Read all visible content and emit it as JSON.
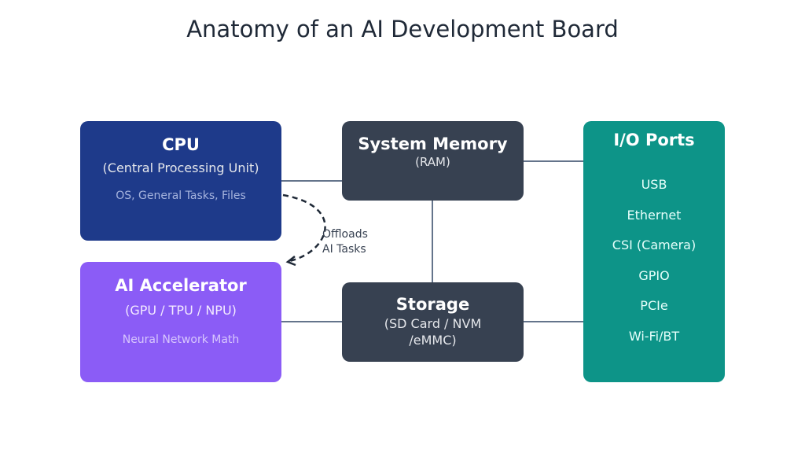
{
  "title": "Anatomy of an AI Development Board",
  "components": {
    "cpu": {
      "title": "CPU",
      "subtitle": "(Central Processing Unit)",
      "description": "OS, General Tasks, Files",
      "color": "#1e3a8a"
    },
    "accelerator": {
      "title": "AI Accelerator",
      "subtitle": "(GPU / TPU / NPU)",
      "description": "Neural Network Math",
      "color": "#8b5cf6"
    },
    "memory": {
      "title": "System Memory",
      "subtitle": "(RAM)",
      "color": "#374151"
    },
    "storage": {
      "title": "Storage",
      "subtitle": "(SD Card / NVM /eMMC)",
      "color": "#374151"
    },
    "io": {
      "title": "I/O Ports",
      "items": [
        "USB",
        "Ethernet",
        "CSI (Camera)",
        "GPIO",
        "PCIe",
        "Wi-Fi/BT"
      ],
      "color": "#0d9488"
    }
  },
  "connections": [
    {
      "from": "cpu",
      "to": "memory",
      "style": "solid"
    },
    {
      "from": "memory",
      "to": "storage",
      "style": "solid"
    },
    {
      "from": "accelerator",
      "to": "storage",
      "style": "solid"
    },
    {
      "from": "memory",
      "to": "io",
      "style": "solid"
    },
    {
      "from": "storage",
      "to": "io",
      "style": "solid"
    },
    {
      "from": "cpu",
      "to": "accelerator",
      "style": "dashed",
      "label": "Offloads AI Tasks"
    }
  ],
  "offload_label": {
    "line1": "Offloads",
    "line2": "AI Tasks"
  },
  "connector_color": "#64748b"
}
